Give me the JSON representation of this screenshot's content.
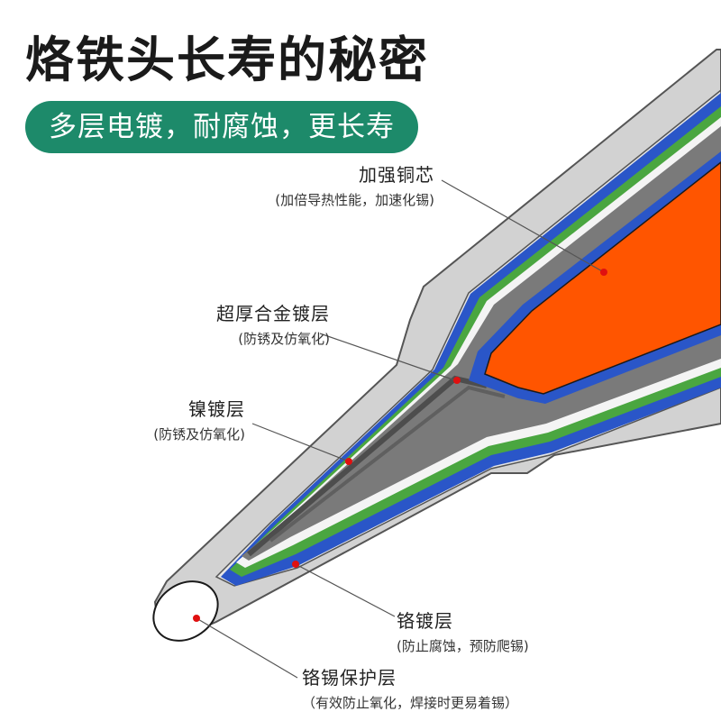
{
  "title": "烙铁头长寿的秘密",
  "subtitle": "多层电镀，耐腐蚀，更长寿",
  "colors": {
    "teal": "#1d8a6a",
    "copper": "#ff5500",
    "blue": "#2a56c8",
    "green": "#4aa640",
    "gray": "#7a7a7a",
    "silver": "#d2d2d2",
    "dot": "#e01010"
  },
  "layers": [
    {
      "name": "加强铜芯",
      "desc": "(加倍导热性能，加速化锡)"
    },
    {
      "name": "超厚合金镀层",
      "desc": "(防锈及仿氧化)"
    },
    {
      "name": "镍镀层",
      "desc": "(防锈及仿氧化)"
    },
    {
      "name": "铬镀层",
      "desc": "(防止腐蚀，预防爬锡)"
    },
    {
      "name": "铬锡保护层",
      "desc": "（有效防止氧化，焊接时更易着锡）"
    }
  ]
}
